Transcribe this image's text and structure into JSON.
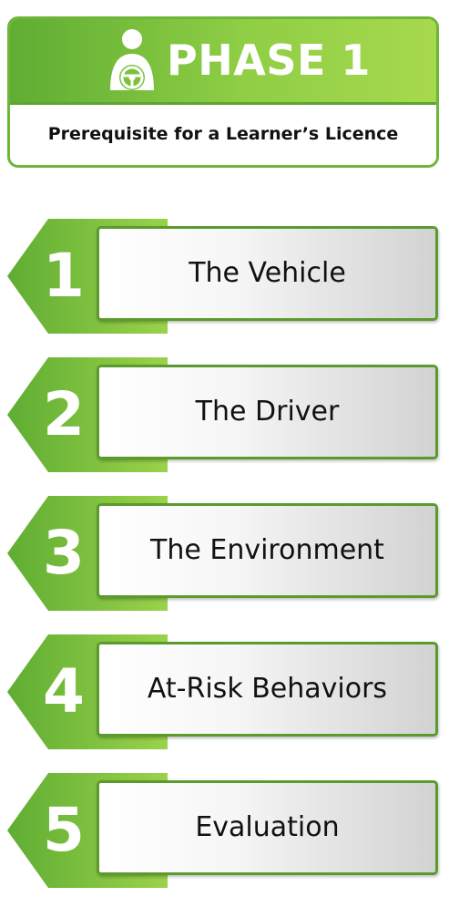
{
  "header": {
    "title": "PHASE 1",
    "subtitle": "Prerequisite for a Learner’s Licence",
    "icon": "driver-steering-wheel-icon"
  },
  "steps": [
    {
      "number": "1",
      "label": "The Vehicle"
    },
    {
      "number": "2",
      "label": "The Driver"
    },
    {
      "number": "3",
      "label": "The Environment"
    },
    {
      "number": "4",
      "label": "At-Risk Behaviors"
    },
    {
      "number": "5",
      "label": "Evaluation"
    }
  ],
  "colors": {
    "green_dark": "#5fad33",
    "green_light": "#a7d94e",
    "border_green": "#5b9a2c",
    "text": "#111111"
  }
}
